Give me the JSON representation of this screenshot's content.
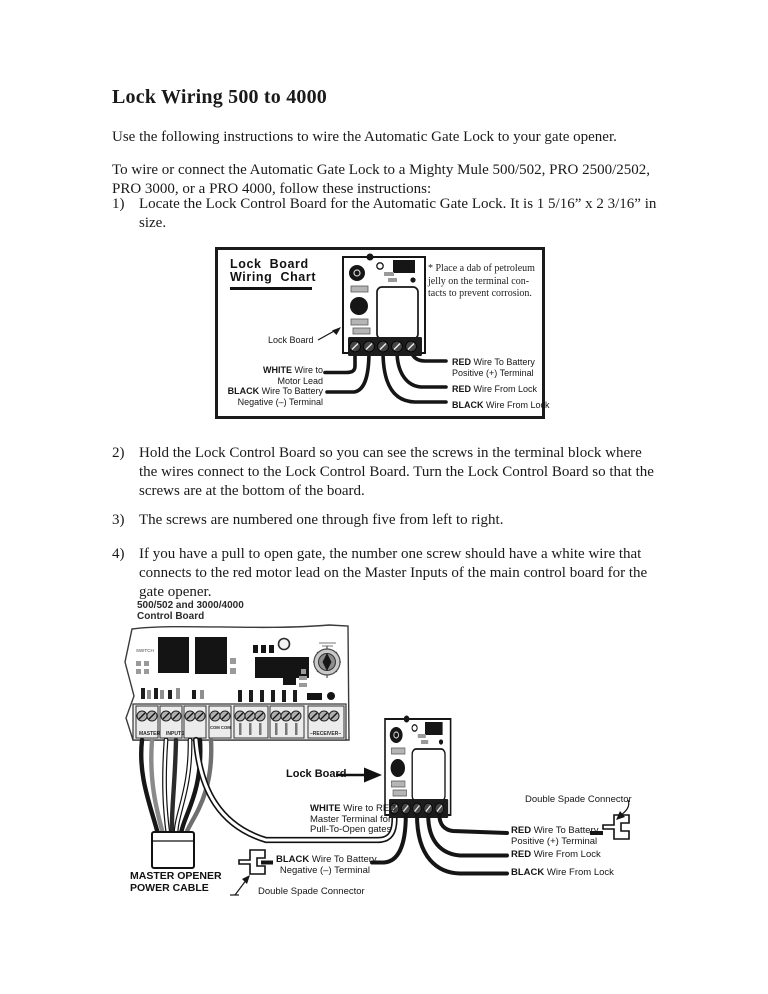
{
  "doc": {
    "title": "Lock Wiring 500 to 4000",
    "intro": "Use the following instructions to wire the Automatic Gate Lock to your gate opener.",
    "para2": "To wire or connect the Automatic Gate Lock to a Mighty Mule 500/502, PRO 2500/2502, PRO 3000, or a PRO 4000, follow these instructions:",
    "items": [
      {
        "num": "1)",
        "text": "Locate the Lock Control Board for the Automatic Gate Lock.  It is 1 5/16” x 2 3/16” in size."
      },
      {
        "num": "2)",
        "text": "Hold the Lock Control Board so you can see the screws in the terminal block where the wires connect to the Lock Control Board.  Turn the Lock Control Board so that the screws are at the bottom of the board."
      },
      {
        "num": "3)",
        "text": "The screws are numbered one through five from left to right."
      },
      {
        "num": "4)",
        "text": "If you have a pull to open gate, the number one screw should have a white wire that connects to the red motor lead on the Master Inputs of the main control board for the gate opener."
      }
    ]
  },
  "diagram1": {
    "title_line1": "Lock Board",
    "title_line2": "Wiring Chart",
    "note_line1": "* Place a dab of petroleum",
    "note_line2": "jelly on the terminal con-",
    "note_line3": "tacts to prevent corrosion.",
    "lock_board_label": "Lock Board",
    "white_motor": {
      "strong": "WHITE",
      "rest": " Wire to",
      "line2": "Motor Lead"
    },
    "black_battery": {
      "strong": "BLACK",
      "rest": " Wire To Battery",
      "line2": "Negative (–) Terminal"
    },
    "red_battery": {
      "strong": "RED",
      "rest": " Wire To Battery",
      "line2": "Positive (+) Terminal"
    },
    "red_lock": {
      "strong": "RED",
      "rest": " Wire From Lock"
    },
    "black_lock": {
      "strong": "BLACK",
      "rest": " Wire From Lock"
    }
  },
  "diagram2": {
    "caption_line1": "500/502 and 3000/4000",
    "caption_line2": "Control Board",
    "switch_label": "SWITCH",
    "terminal_master": "MASTER",
    "terminal_inputs": "INPUTS",
    "terminal_com": "COM COM",
    "terminal_receiver": "–RECEIVER–",
    "lock_board_label": "Lock Board",
    "white_master": {
      "strong": "WHITE",
      "rest": " Wire to RED",
      "line2": "Master Terminal for",
      "line3": "Pull-To-Open gates"
    },
    "master_cable_line1": "MASTER OPENER",
    "master_cable_line2": "POWER CABLE",
    "black_battery": {
      "strong": "BLACK",
      "rest": " Wire To Battery",
      "line2": "Negative (–) Terminal"
    },
    "spade_left_label": "Double Spade Connector",
    "spade_right_label": "Double Spade Connector",
    "red_battery": {
      "strong": "RED",
      "rest": " Wire To Battery",
      "line2": "Positive (+) Terminal"
    },
    "red_lock": {
      "strong": "RED",
      "rest": " Wire From Lock"
    },
    "black_lock": {
      "strong": "BLACK",
      "rest": " Wire From Lock"
    }
  }
}
